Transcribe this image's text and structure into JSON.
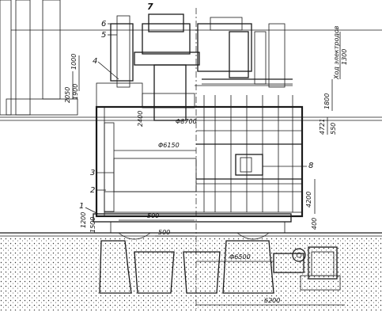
{
  "callouts": {
    "c1": "1",
    "c2": "2",
    "c3": "3",
    "c4": "4",
    "c5": "5",
    "c6": "6",
    "c7": "7",
    "c8": "8"
  },
  "dimensions": {
    "d2050": "2050",
    "d1000": "1000",
    "d1900": "1900",
    "d2400": "2400",
    "dia8700": "Φ8700",
    "dia6150": "Φ6150",
    "d1200": "1200",
    "d500a": "500",
    "d500b": "500",
    "dia6500": "Φ6500",
    "d6200": "6200",
    "d4200": "4200",
    "d400": "400",
    "d1500": "1500",
    "d1800": "1800",
    "d4721": "4721",
    "d550": "550",
    "d1300": "1300",
    "electrode_stroke": "Ход электродов"
  },
  "colors": {
    "ink": "#1a1a1a",
    "paper": "#ffffff"
  }
}
